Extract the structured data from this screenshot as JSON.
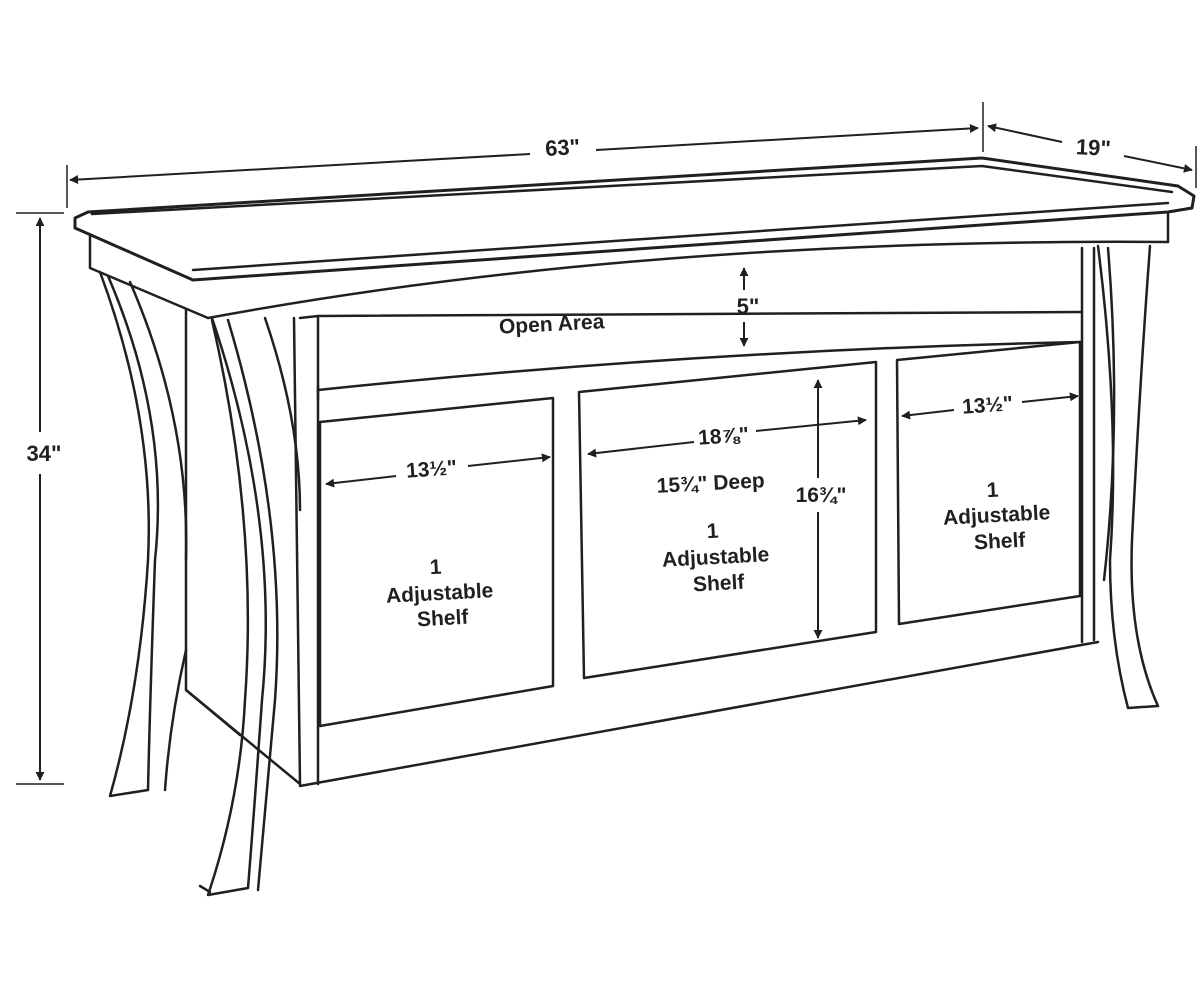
{
  "dimensions": {
    "width": "63\"",
    "depth": "19\"",
    "height": "34\"",
    "open_area_height": "5\""
  },
  "open_area": {
    "label": "Open Area"
  },
  "compartments": {
    "left": {
      "width": "13½\"",
      "shelf_count": "1",
      "shelf_line1": "Adjustable",
      "shelf_line2": "Shelf"
    },
    "center": {
      "width": "18⅞\"",
      "depth": "15¾\" Deep",
      "height": "16¾\"",
      "shelf_count": "1",
      "shelf_line1": "Adjustable",
      "shelf_line2": "Shelf"
    },
    "right": {
      "width": "13½\"",
      "shelf_count": "1",
      "shelf_line1": "Adjustable",
      "shelf_line2": "Shelf"
    }
  },
  "colors": {
    "line": "#231f20",
    "background": "#ffffff"
  }
}
